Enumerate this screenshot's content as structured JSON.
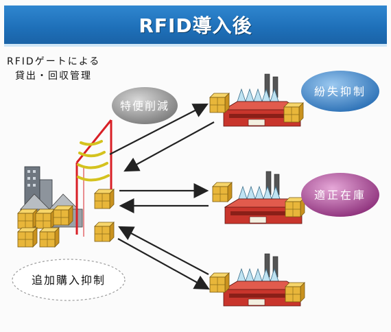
{
  "title": "RFID導入後",
  "gate_caption": {
    "line1": "RFIDゲートによる",
    "line2": "貸出・回収管理"
  },
  "labels": {
    "convenience": "特便削減",
    "loss_control": "紛失抑制",
    "proper_inventory": "適正在庫",
    "purchase_control": "追加購入抑制"
  },
  "colors": {
    "title_bar": "#1e6fb8",
    "gate": "#d81f26",
    "box": "#e8b63a",
    "factory_red": "#c8352c",
    "bubble_gray": "#8e8e8e",
    "bubble_blue": "#2a78c3",
    "bubble_purple": "#9a3c86"
  }
}
